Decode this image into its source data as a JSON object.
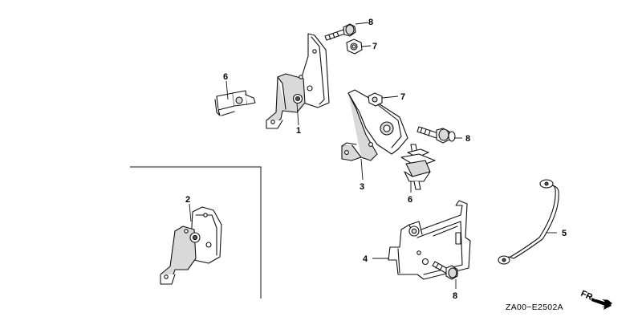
{
  "diagram": {
    "code": "ZA00−E2502A",
    "direction_label": "FR.",
    "callouts": {
      "c1": "1",
      "c2": "2",
      "c3": "3",
      "c4": "4",
      "c5": "5",
      "c6a": "6",
      "c6b": "6",
      "c7a": "7",
      "c7b": "7",
      "c8a": "8",
      "c8b": "8",
      "c8c": "8"
    }
  }
}
